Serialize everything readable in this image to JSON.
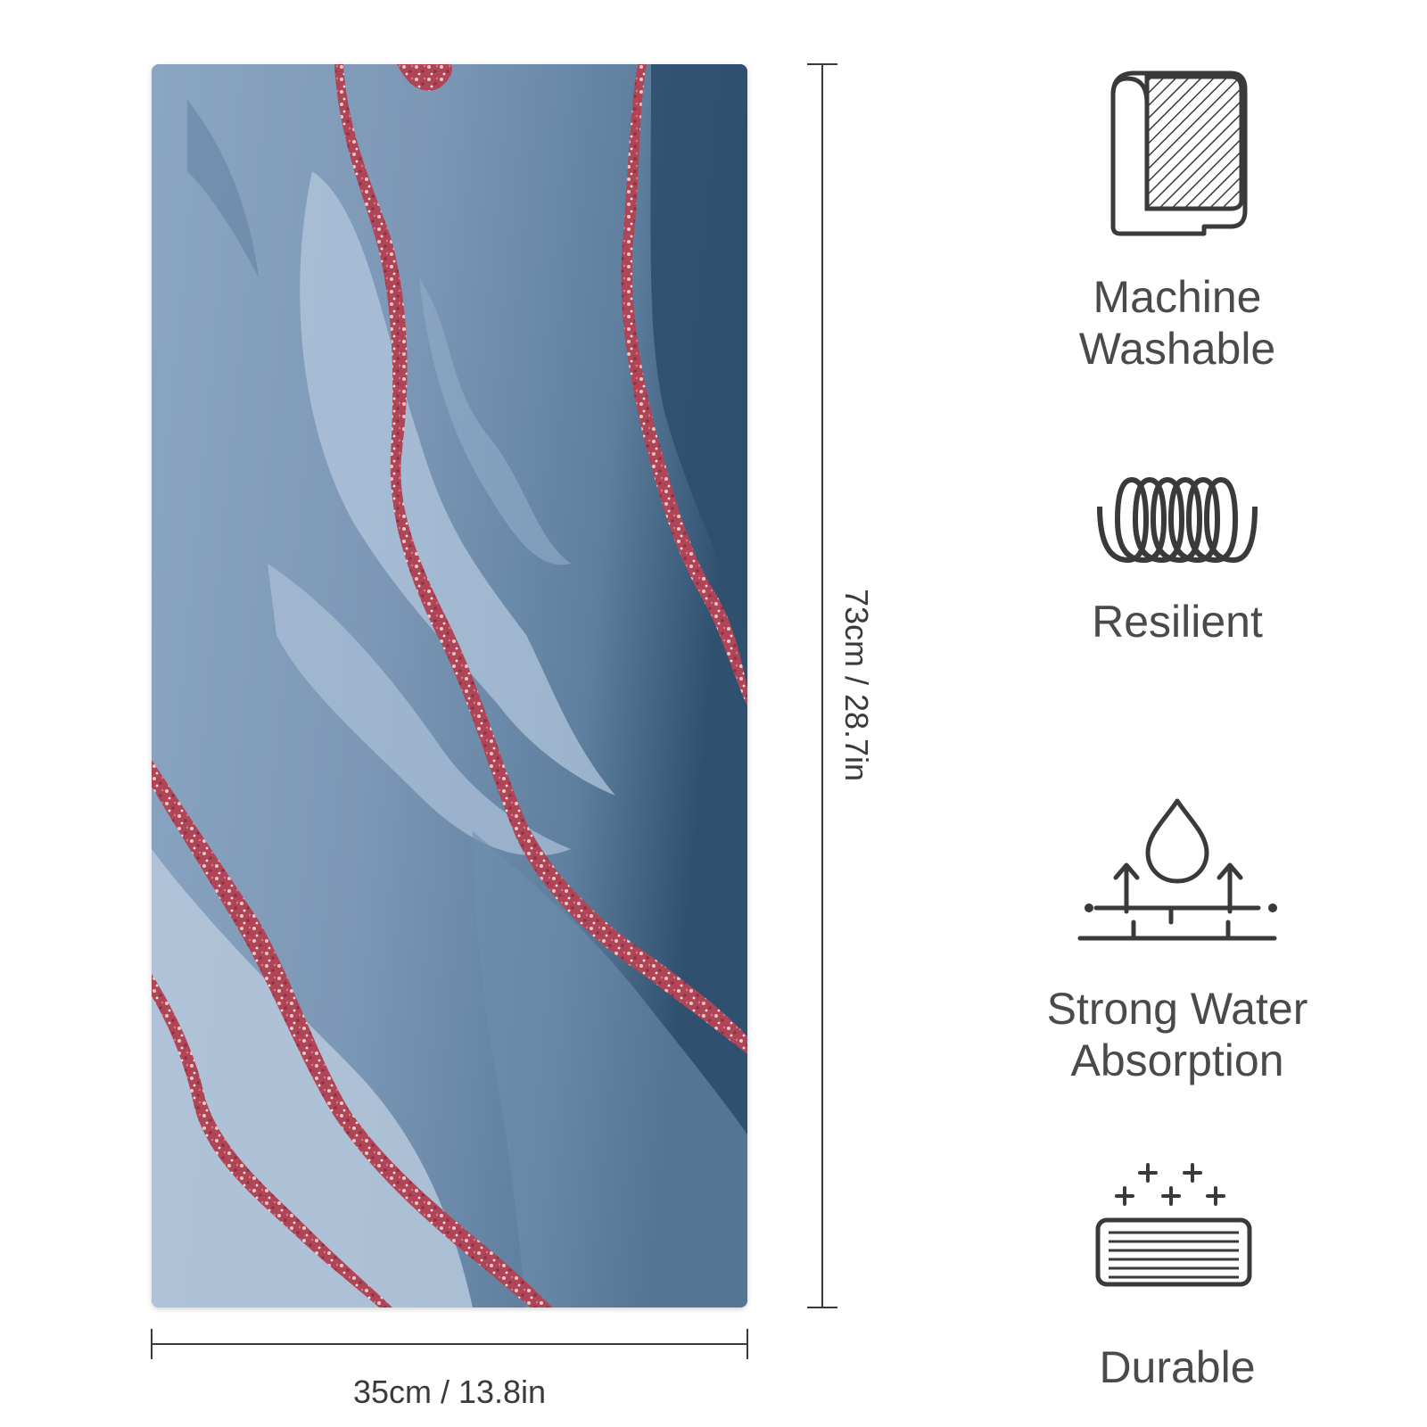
{
  "product": {
    "colors": {
      "base": "#7f9bb8",
      "light": "#b5c9de",
      "dark": "#3e5f7e",
      "vein": "#b24a5c",
      "sparkle": "#f1e6df"
    }
  },
  "dimensions": {
    "width_label": "35cm / 13.8in",
    "height_label": "73cm / 28.7in"
  },
  "features": [
    {
      "icon": "machine-washable-icon",
      "lines": [
        "Machine",
        "Washable"
      ]
    },
    {
      "icon": "coil-spring-icon",
      "lines": [
        "Resilient"
      ]
    },
    {
      "icon": "water-drop-absorption-icon",
      "lines": [
        "Strong Water",
        "Absorption"
      ]
    },
    {
      "icon": "durable-towel-sparkle-icon",
      "lines": [
        "Durable"
      ]
    }
  ]
}
